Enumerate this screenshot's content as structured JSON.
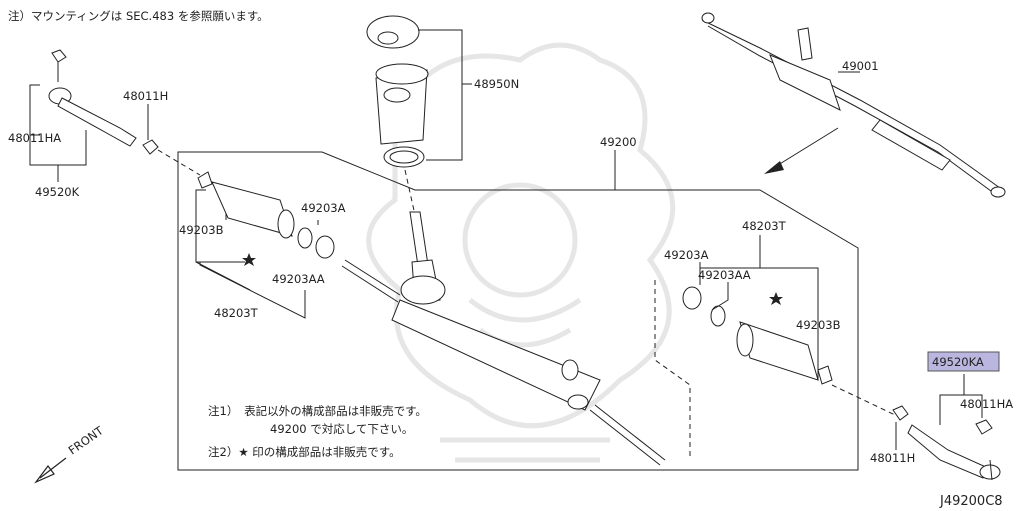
{
  "diagram": {
    "header_note": "注）マウンティングは SEC.483 を参照願います。",
    "drawing_code": "J49200C8",
    "front_label": "FRONT",
    "notes": {
      "note1_line1": "注1）　表記以外の構成部品は非販売です。",
      "note1_line2": "49200 で対応して下さい。",
      "note2": "注2）★ 印の構成部品は非販売です。"
    },
    "part_labels": {
      "p48950N": "48950N",
      "p49001": "49001",
      "p49200": "49200",
      "p48011H_left": "48011H",
      "p48011HA_left": "48011HA",
      "p49520K": "49520K",
      "p49203B_left": "49203B",
      "p49203A_left": "49203A",
      "p49203AA_left": "49203AA",
      "p48203T_left": "48203T",
      "p48203T_right": "48203T",
      "p49203A_right": "49203A",
      "p49203AA_right": "49203AA",
      "p49203B_right": "49203B",
      "p49520KA": "49520KA",
      "p48011HA_right": "48011HA",
      "p48011H_right": "48011H"
    },
    "highlight_color": "#b9b6e0"
  }
}
